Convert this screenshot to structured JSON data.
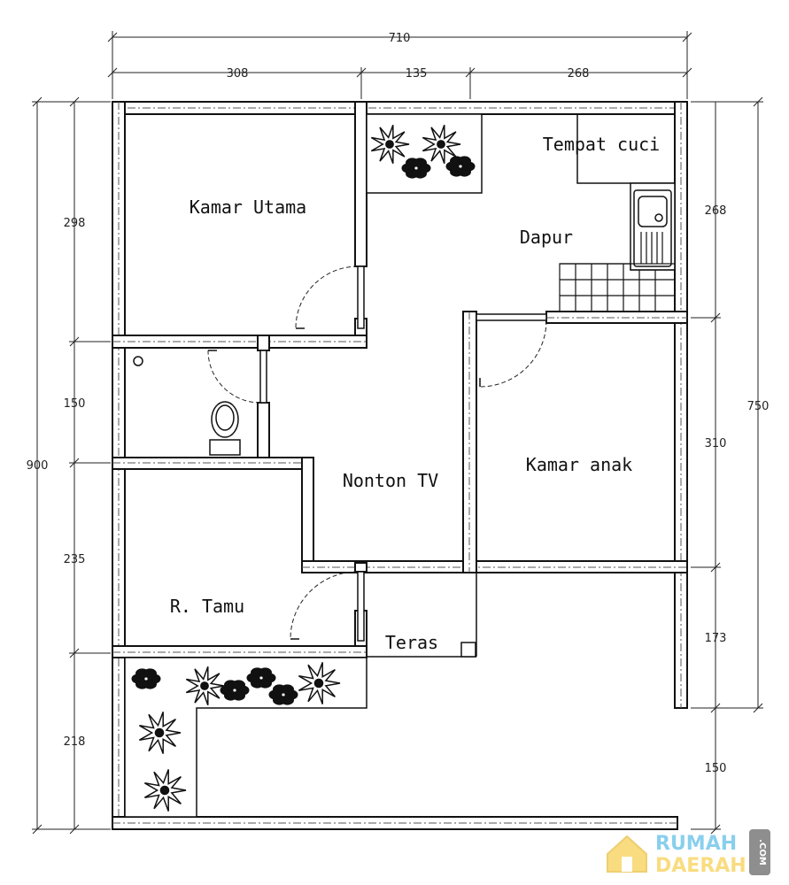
{
  "dimensions": {
    "top_total": "710",
    "top_segments": [
      "308",
      "135",
      "268"
    ],
    "left_total": "900",
    "left_segments": [
      "298",
      "150",
      "235",
      "218"
    ],
    "right_total": "750",
    "right_segments": [
      "268",
      "310",
      "173",
      "150"
    ]
  },
  "rooms": {
    "kamar_utama": "Kamar  Utama",
    "tempat_cuci": "Tempat  cuci",
    "dapur": "Dapur",
    "nonton_tv": "Nonton  TV",
    "kamar_anak": "Kamar  anak",
    "r_tamu": "R.  Tamu",
    "teras": "Teras"
  },
  "watermark": {
    "line1": "RUMAH",
    "line2": "DAERAH",
    "suffix": ".COM",
    "icon": "house-logo-icon",
    "colors": {
      "primary": "#29a9e0",
      "secondary": "#f5c018"
    }
  }
}
